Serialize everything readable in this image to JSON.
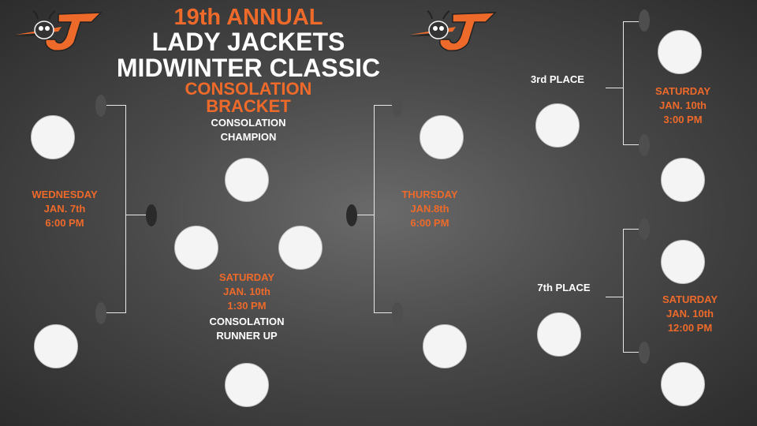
{
  "title": {
    "line1": "19th ANNUAL",
    "line2": "LADY JACKETS",
    "line3": "MIDWINTER CLASSIC",
    "line4": "CONSOLATION",
    "line5": "BRACKET"
  },
  "labels": {
    "champion_1": "CONSOLATION",
    "champion_2": "CHAMPION",
    "runner_up_1": "CONSOLATION",
    "runner_up_2": "RUNNER UP",
    "third_place": "3rd PLACE",
    "seventh_place": "7th PLACE"
  },
  "games": {
    "wednesday": {
      "day": "WEDNESDAY",
      "date": "JAN. 7th",
      "time": "6:00 PM"
    },
    "saturday_final": {
      "day": "SATURDAY",
      "date": "JAN. 10th",
      "time": "1:30 PM"
    },
    "thursday": {
      "day": "THURSDAY",
      "date": "JAN.8th",
      "time": "6:00 PM"
    },
    "saturday_third": {
      "day": "SATURDAY",
      "date": "JAN. 10th",
      "time": "3:00 PM"
    },
    "saturday_seventh": {
      "day": "SATURDAY",
      "date": "JAN. 10th",
      "time": "12:00 PM"
    }
  },
  "colors": {
    "accent": "#ee6a2a",
    "text": "#ffffff",
    "line": "#e8e8e8",
    "team_slot": "#f4f4f4"
  },
  "icons": [
    "yellow-jacket-logo",
    "yellow-jacket-logo"
  ]
}
